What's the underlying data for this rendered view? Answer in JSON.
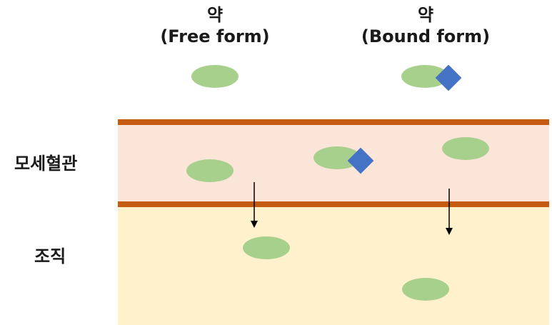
{
  "header": {
    "free": {
      "title": "약",
      "subtitle": "(Free form)"
    },
    "bound": {
      "title": "약",
      "subtitle": "(Bound form)"
    }
  },
  "regions": {
    "capillary": {
      "label": "모세혈관",
      "color": "#fbe4d8"
    },
    "tissue": {
      "label": "조직",
      "color": "#fff1cc"
    }
  },
  "colors": {
    "drug": "#a8d08d",
    "protein": "#4472c4",
    "wall": "#c55a11",
    "arrow": "#000000"
  }
}
